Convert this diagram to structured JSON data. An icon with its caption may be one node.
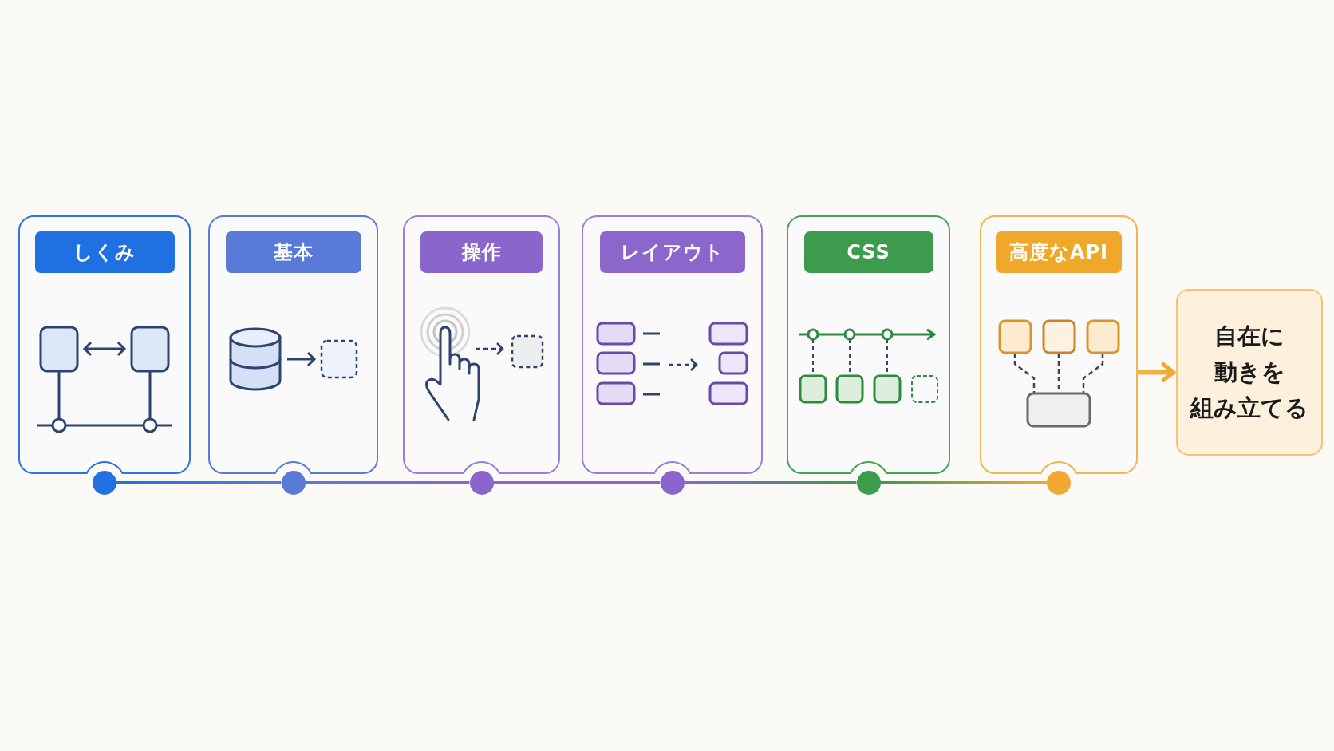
{
  "diagram": {
    "nodes": [
      {
        "text": [
          "しくみ"
        ]
      },
      {
        "text": [
          "基本"
        ]
      },
      {
        "text": [
          "操作"
        ]
      },
      {
        "text": [
          "レイアウト"
        ]
      },
      {
        "text": [
          "CSS"
        ]
      },
      {
        "text": [
          "高度なAPI"
        ]
      },
      {
        "text": [
          "自在に動きを組み立てる"
        ]
      },
      {
        "text": [],
        "shape": "circle"
      },
      {
        "text": [],
        "shape": "circle"
      },
      {
        "text": [],
        "shape": "circle"
      },
      {
        "text": [],
        "shape": "circle"
      },
      {
        "text": [],
        "shape": "circle"
      },
      {
        "text": [],
        "shape": "circle"
      }
    ],
    "edges": [
      {
        "from": 7,
        "to": 8,
        "arrow": "none",
        "color": "#5a7ad8"
      },
      {
        "from": 8,
        "to": 9,
        "arrow": "none",
        "color": "#8a66cc"
      },
      {
        "from": 9,
        "to": 10,
        "arrow": "none",
        "color": "#8a66cc"
      },
      {
        "from": 10,
        "to": 11,
        "arrow": "none",
        "color": "#3c9b4c"
      },
      {
        "from": 11,
        "to": 12,
        "arrow": "none",
        "color": "#f0a830"
      },
      {
        "from": 5,
        "to": 6,
        "arrow": "to",
        "style": "thick",
        "color": "#f0a830"
      }
    ]
  }
}
